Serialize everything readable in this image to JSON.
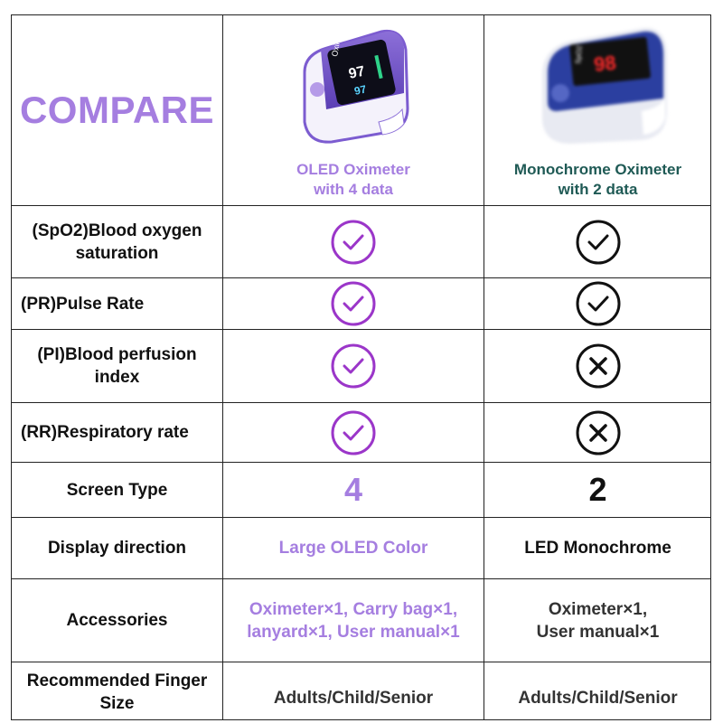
{
  "header": {
    "title": "COMPARE",
    "col1_title_line1": "OLED Oximeter",
    "col1_title_line2": "with 4 data",
    "col2_title_line1": "Monochrome Oximeter",
    "col2_title_line2": "with 2 data",
    "device1_screen_label": "Oximeter",
    "device1_screen_value1": "97",
    "device1_screen_value2": "97",
    "device2_screen_label": "SpO2",
    "device2_screen_value": "98"
  },
  "colors": {
    "accent_purple": "#a57ee0",
    "check_purple": "#9b36c9",
    "teal": "#1f5a55",
    "dark": "#111111"
  },
  "rows": [
    {
      "feature_line1": "(SpO2)Blood oxygen",
      "feature_line2": "saturation",
      "col1": "check-icon",
      "col2": "check-icon"
    },
    {
      "feature_line1": "(PR)Pulse Rate",
      "col1": "check-icon",
      "col2": "check-icon"
    },
    {
      "feature_line1": "(PI)Blood perfusion",
      "feature_line2": "index",
      "col1": "check-icon",
      "col2": "cross-icon"
    },
    {
      "feature_line1": "(RR)Respiratory rate",
      "col1": "check-icon",
      "col2": "cross-icon"
    },
    {
      "feature_line1": "Screen Type",
      "col1": "4",
      "col2": "2"
    },
    {
      "feature_line1": "Display direction",
      "col1": "Large OLED Color",
      "col2": "LED Monochrome"
    },
    {
      "feature_line1": "Accessories",
      "col1_line1": "Oximeter×1, Carry bag×1,",
      "col1_line2": "lanyard×1, User manual×1",
      "col2_line1": "Oximeter×1,",
      "col2_line2": "User manual×1"
    },
    {
      "feature_line1": "Recommended Finger",
      "feature_line2": "Size",
      "col1": "Adults/Child/Senior",
      "col2": "Adults/Child/Senior"
    }
  ]
}
